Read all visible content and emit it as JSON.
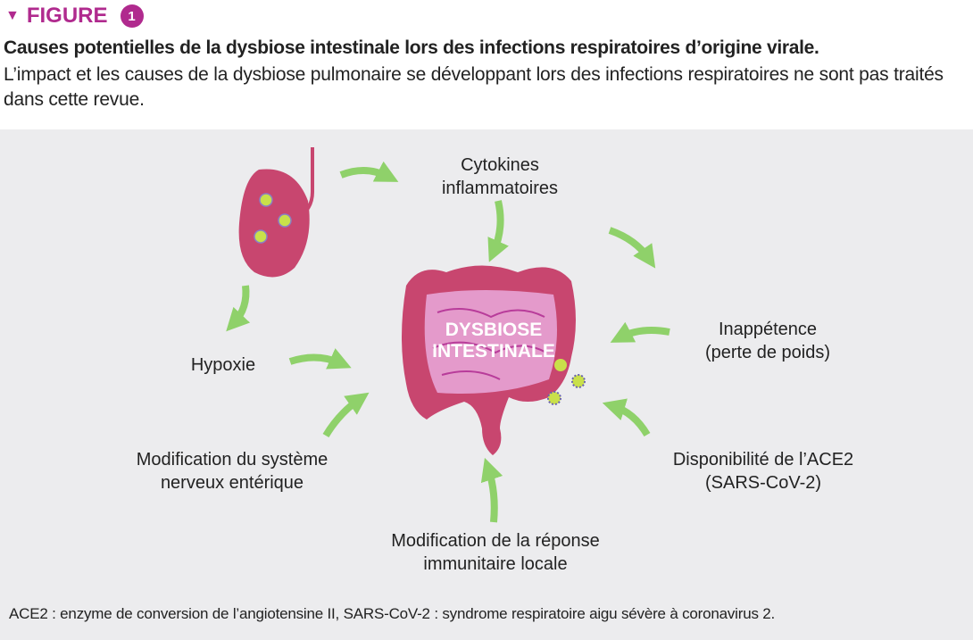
{
  "figure": {
    "label": "FIGURE",
    "number": "1"
  },
  "title": "Causes potentielles de la dysbiose intestinale lors des infections respiratoires d’origine virale.",
  "subtitle": "L’impact et les causes de la dysbiose pulmonaire se développant lors des infections respiratoires ne sont pas traités dans cette revue.",
  "diagram": {
    "center": {
      "line1": "DYSBIOSE",
      "line2": "INTESTINALE"
    },
    "causes": {
      "cytokines": {
        "line1": "Cytokines",
        "line2": "inflammatoires"
      },
      "inappetence": {
        "line1": "Inappétence",
        "line2": "(perte de poids)"
      },
      "ace2": {
        "line1": "Disponibilité de l’ACE2",
        "line2": "(SARS-CoV-2)"
      },
      "immune": {
        "line1": "Modification de la réponse",
        "line2": "immunitaire locale"
      },
      "nervous": {
        "line1": "Modification du système",
        "line2": "nerveux entérique"
      },
      "hypoxia": {
        "line1": "Hypoxie"
      }
    }
  },
  "footnote": "ACE2 : enzyme de conversion de l’angiotensine II, SARS-CoV-2 : syndrome respiratoire aigu sévère à coronavirus 2.",
  "colors": {
    "accent": "#b02a8e",
    "arrow": "#8fd16a",
    "intestine": "#c8466f",
    "intestine_inner": "#e49acb",
    "virus": "#c9e04a",
    "panel": "#ececee"
  }
}
